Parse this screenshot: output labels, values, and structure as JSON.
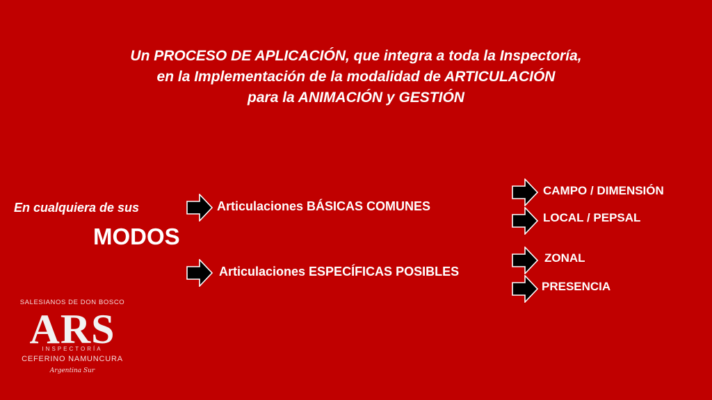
{
  "title": {
    "line1": "Un PROCESO DE APLICACIÓN, que integra a toda la Inspectoría,",
    "line2": "en la Implementación de la modalidad de ARTICULACIÓN",
    "line3": "para la ANIMACIÓN y GESTIÓN"
  },
  "lead_text": "En cualquiera de sus",
  "modos": "MODOS",
  "categories": [
    {
      "label": "Articulaciones BÁSICAS COMUNES",
      "items": [
        "CAMPO / DIMENSIÓN",
        "LOCAL / PEPSAL"
      ]
    },
    {
      "label": "Articulaciones ESPECÍFICAS POSIBLES",
      "items": [
        "ZONAL",
        "PRESENCIA"
      ]
    }
  ],
  "logo": {
    "top_text": "SALESIANOS DE DON BOSCO",
    "main_text": "ARS",
    "sub_text": "INSPECTORÍA",
    "name_text": "CEFERINO NAMUNCURA",
    "script_text": "Argentina Sur"
  },
  "colors": {
    "background": "#c00000",
    "text": "#ffffff",
    "arrow_fill": "#000000",
    "arrow_outline": "#ffffff"
  }
}
